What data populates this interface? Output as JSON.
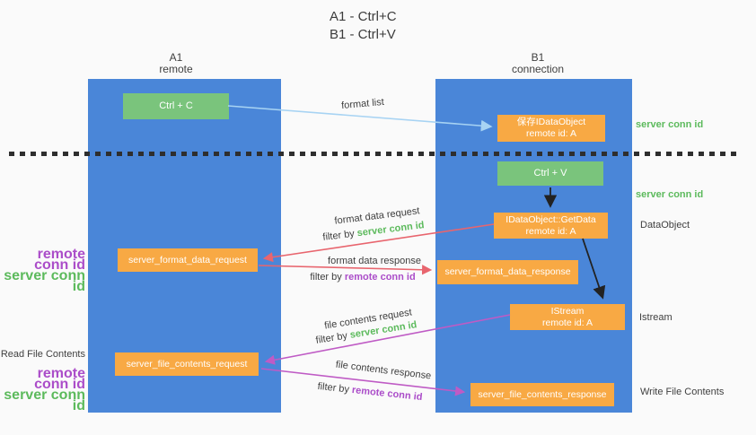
{
  "title": {
    "line1": "A1 - Ctrl+C",
    "line2": "B1 - Ctrl+V"
  },
  "lanes": {
    "a1": {
      "name": "A1",
      "subtitle": "remote"
    },
    "b1": {
      "name": "B1",
      "subtitle": "connection"
    }
  },
  "boxes": {
    "ctrl_c": {
      "label": "Ctrl + C"
    },
    "ctrl_v": {
      "label": "Ctrl + V"
    },
    "save_dataobject": {
      "line1": "保存IDataObject",
      "line2": "remote id: A"
    },
    "getdata": {
      "line1": "IDataObject::GetData",
      "line2": "remote id: A"
    },
    "istream": {
      "line1": "IStream",
      "line2": "remote id: A"
    },
    "format_request": {
      "label": "server_format_data_request"
    },
    "format_response": {
      "label": "server_format_data_response"
    },
    "file_request": {
      "label": "server_file_contents_request"
    },
    "file_response": {
      "label": "server_file_contents_response"
    }
  },
  "arrow_labels": {
    "format_list": "format list",
    "format_data_request": "format data request",
    "format_data_response": "format data response",
    "file_contents_request": "file contents request",
    "file_contents_response": "file contents response",
    "filter_by": "filter by",
    "server_conn_id": "server conn id",
    "remote_conn_id": "remote conn id"
  },
  "side_labels": {
    "right_server_conn_id_top": "server conn id",
    "right_server_conn_id_mid": "server conn id",
    "dataobject": "DataObject",
    "istream": "Istream",
    "write_file_contents": "Write File Contents",
    "read_file_contents": "Read File Contents",
    "left_remote_conn_id_top": "remote conn id",
    "left_server_conn_id_top": "server conn id",
    "left_remote_conn_id_bottom": "remote conn id",
    "left_server_conn_id_bottom": "server conn id"
  },
  "colors": {
    "lane_blue": "#4a86d8",
    "box_green": "#7ac47c",
    "box_orange": "#f8a944",
    "arrow_blue": "#a7d3f3",
    "arrow_red": "#e8656e",
    "arrow_magenta": "#bf5bc5",
    "arrow_black": "#222222",
    "text_green": "#5cba5c",
    "text_purple": "#ab4dc9",
    "text_dark": "#3f3f3f",
    "separator_black": "#2e2e2e",
    "background": "#fafafa"
  }
}
